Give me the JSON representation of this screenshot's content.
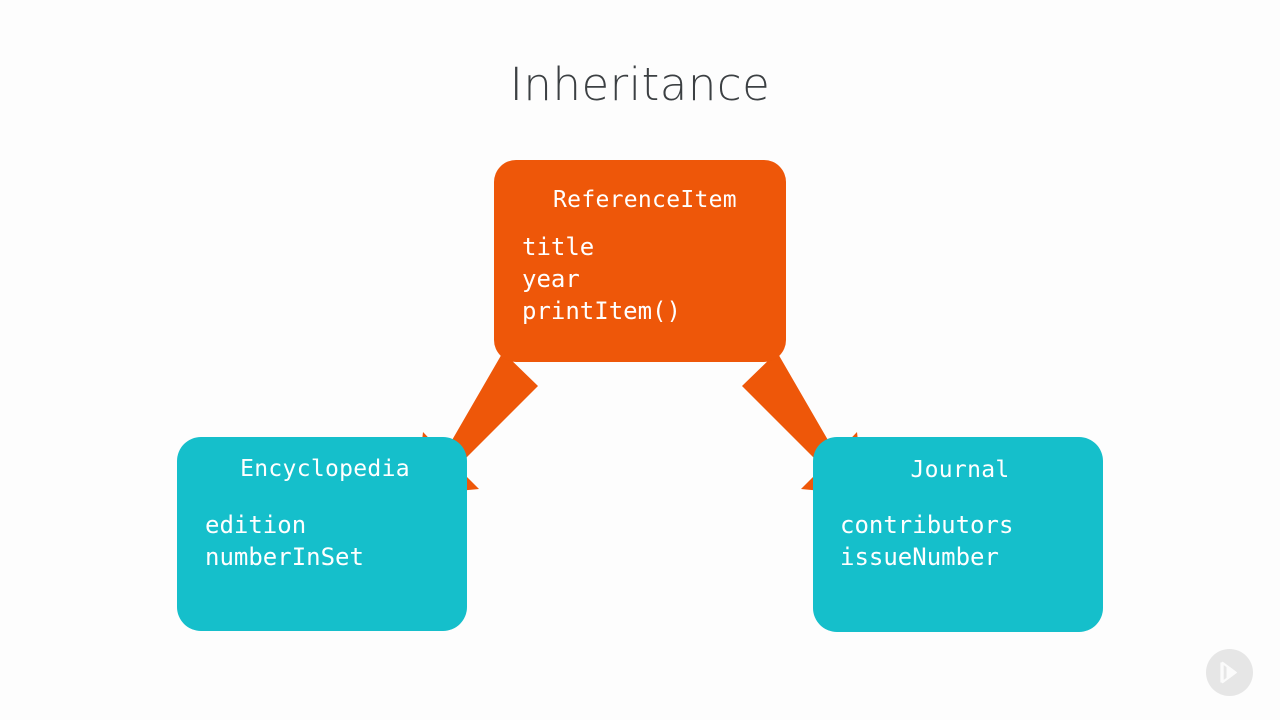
{
  "slide": {
    "title": "Inheritance",
    "background_color": "#fdfdfd",
    "title_color": "#3c4043"
  },
  "palette": {
    "base_class_color": "#ee5709",
    "derived_class_color": "#15bfcb",
    "arrow_color": "#ee5709",
    "text_color": "#ffffff"
  },
  "diagram": {
    "type": "class-inheritance",
    "base_class": {
      "name": "ReferenceItem",
      "color": "#ee5709",
      "members": [
        "title",
        "year",
        "printItem()"
      ],
      "members_text": "title\nyear\nprintItem()"
    },
    "derived_classes": [
      {
        "name": "Encyclopedia",
        "color": "#15bfcb",
        "members": [
          "edition",
          "numberInSet"
        ],
        "members_text": "edition\nnumberInSet"
      },
      {
        "name": "Journal",
        "color": "#15bfcb",
        "members": [
          "contributors",
          "issueNumber"
        ],
        "members_text": "contributors\nissueNumber"
      }
    ],
    "connectors": [
      {
        "name": "arrow-to-encyclopedia",
        "from": "ReferenceItem",
        "to": "Encyclopedia",
        "direction": "down-left"
      },
      {
        "name": "arrow-to-journal",
        "from": "ReferenceItem",
        "to": "Journal",
        "direction": "down-right"
      }
    ]
  },
  "watermark": {
    "icon": "play-forward-icon"
  }
}
